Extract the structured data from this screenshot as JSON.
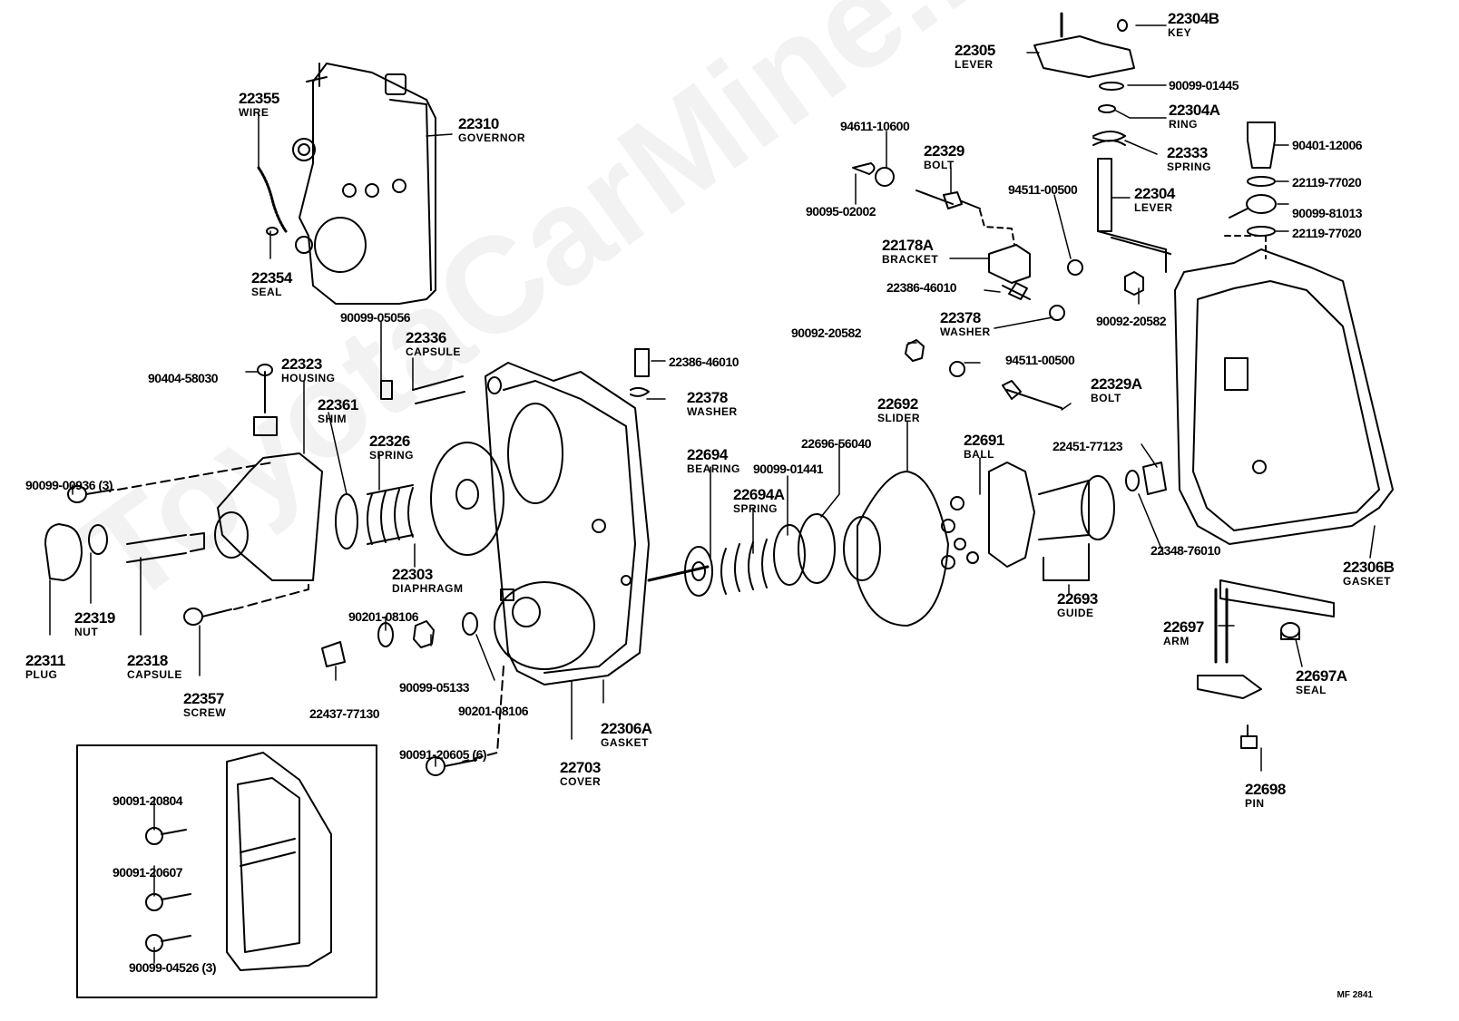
{
  "diagram": {
    "title": "Injection pump governor exploded view",
    "drawing_code": "MF 2841",
    "watermark": "ToyotaCarMine.ru",
    "parts": [
      {
        "id": "p22355",
        "number": "22355",
        "name": "WIRE"
      },
      {
        "id": "p22310",
        "number": "22310",
        "name": "GOVERNOR"
      },
      {
        "id": "p22354",
        "number": "22354",
        "name": "SEAL"
      },
      {
        "id": "p90099-05056",
        "number": "90099-05056",
        "name": ""
      },
      {
        "id": "p22336",
        "number": "22336",
        "name": "CAPSULE"
      },
      {
        "id": "p22323",
        "number": "22323",
        "name": "HOUSING"
      },
      {
        "id": "p90404-58030",
        "number": "90404-58030",
        "name": ""
      },
      {
        "id": "p22361",
        "number": "22361",
        "name": "SHIM"
      },
      {
        "id": "p22326",
        "number": "22326",
        "name": "SPRING"
      },
      {
        "id": "p90099-00936",
        "number": "90099-00936 (3)",
        "name": ""
      },
      {
        "id": "p22303",
        "number": "22303",
        "name": "DIAPHRAGM"
      },
      {
        "id": "p22319",
        "number": "22319",
        "name": "NUT"
      },
      {
        "id": "p22311",
        "number": "22311",
        "name": "PLUG"
      },
      {
        "id": "p22318",
        "number": "22318",
        "name": "CAPSULE"
      },
      {
        "id": "p22357",
        "number": "22357",
        "name": "SCREW"
      },
      {
        "id": "p90201-08106a",
        "number": "90201-08106",
        "name": ""
      },
      {
        "id": "p90099-05133",
        "number": "90099-05133",
        "name": ""
      },
      {
        "id": "p22437-77130",
        "number": "22437-77130",
        "name": ""
      },
      {
        "id": "p90201-08106b",
        "number": "90201-08106",
        "name": ""
      },
      {
        "id": "p22306A",
        "number": "22306A",
        "name": "GASKET"
      },
      {
        "id": "p22703",
        "number": "22703",
        "name": "COVER"
      },
      {
        "id": "p90091-20605",
        "number": "90091-20605 (6)",
        "name": ""
      },
      {
        "id": "p90091-20804",
        "number": "90091-20804",
        "name": ""
      },
      {
        "id": "p90091-20607",
        "number": "90091-20607",
        "name": ""
      },
      {
        "id": "p90099-04526",
        "number": "90099-04526 (3)",
        "name": ""
      },
      {
        "id": "p22386-46010a",
        "number": "22386-46010",
        "name": ""
      },
      {
        "id": "p22378a",
        "number": "22378",
        "name": "WASHER"
      },
      {
        "id": "p22694",
        "number": "22694",
        "name": "BEARING"
      },
      {
        "id": "p22694A",
        "number": "22694A",
        "name": "SPRING"
      },
      {
        "id": "p90099-01441",
        "number": "90099-01441",
        "name": ""
      },
      {
        "id": "p22696-56040",
        "number": "22696-56040",
        "name": ""
      },
      {
        "id": "p22692",
        "number": "22692",
        "name": "SLIDER"
      },
      {
        "id": "p22691",
        "number": "22691",
        "name": "BALL"
      },
      {
        "id": "p22693",
        "number": "22693",
        "name": "GUIDE"
      },
      {
        "id": "p22451-77123",
        "number": "22451-77123",
        "name": ""
      },
      {
        "id": "p22348-76010",
        "number": "22348-76010",
        "name": ""
      },
      {
        "id": "p22306B",
        "number": "22306B",
        "name": "GASKET"
      },
      {
        "id": "p22697",
        "number": "22697",
        "name": "ARM"
      },
      {
        "id": "p22697A",
        "number": "22697A",
        "name": "SEAL"
      },
      {
        "id": "p22698",
        "number": "22698",
        "name": "PIN"
      },
      {
        "id": "p94611-10600",
        "number": "94611-10600",
        "name": ""
      },
      {
        "id": "p22329",
        "number": "22329",
        "name": "BOLT"
      },
      {
        "id": "p90095-02002",
        "number": "90095-02002",
        "name": ""
      },
      {
        "id": "p22178A",
        "number": "22178A",
        "name": "BRACKET"
      },
      {
        "id": "p22386-46010b",
        "number": "22386-46010",
        "name": ""
      },
      {
        "id": "p22378b",
        "number": "22378",
        "name": "WASHER"
      },
      {
        "id": "p90092-20582a",
        "number": "90092-20582",
        "name": ""
      },
      {
        "id": "p94511-00500a",
        "number": "94511-00500",
        "name": ""
      },
      {
        "id": "p22329A",
        "number": "22329A",
        "name": "BOLT"
      },
      {
        "id": "p94511-00500b",
        "number": "94511-00500",
        "name": ""
      },
      {
        "id": "p90092-20582b",
        "number": "90092-20582",
        "name": ""
      },
      {
        "id": "p22304",
        "number": "22304",
        "name": "LEVER"
      },
      {
        "id": "p22305",
        "number": "22305",
        "name": "LEVER"
      },
      {
        "id": "p22304B",
        "number": "22304B",
        "name": "KEY"
      },
      {
        "id": "p90099-01445",
        "number": "90099-01445",
        "name": ""
      },
      {
        "id": "p22304A",
        "number": "22304A",
        "name": "RING"
      },
      {
        "id": "p22333",
        "number": "22333",
        "name": "SPRING"
      },
      {
        "id": "p90401-12006",
        "number": "90401-12006",
        "name": ""
      },
      {
        "id": "p22119-77020a",
        "number": "22119-77020",
        "name": ""
      },
      {
        "id": "p90099-81013",
        "number": "90099-81013",
        "name": ""
      },
      {
        "id": "p22119-77020b",
        "number": "22119-77020",
        "name": ""
      }
    ]
  }
}
